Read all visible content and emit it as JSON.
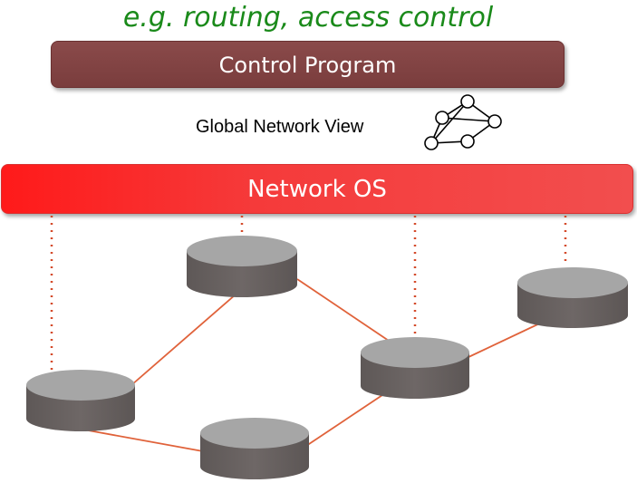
{
  "caption": "e.g. routing, access control",
  "control_program": {
    "label": "Control Program"
  },
  "global_view": {
    "label": "Global Network View"
  },
  "network_os": {
    "label": "Network OS"
  },
  "colors": {
    "caption_green": "#1a8a1a",
    "control_program_fill": "#7e4242",
    "network_os_fill": "#f53a3a",
    "link_line": "#e0623a",
    "dotted_line": "#d44a2a",
    "switch_top": "#a6a6a6",
    "switch_side": "#6a6362"
  },
  "icons": {
    "network_graph": "network-graph-icon",
    "switch": "switch-cylinder-icon"
  }
}
